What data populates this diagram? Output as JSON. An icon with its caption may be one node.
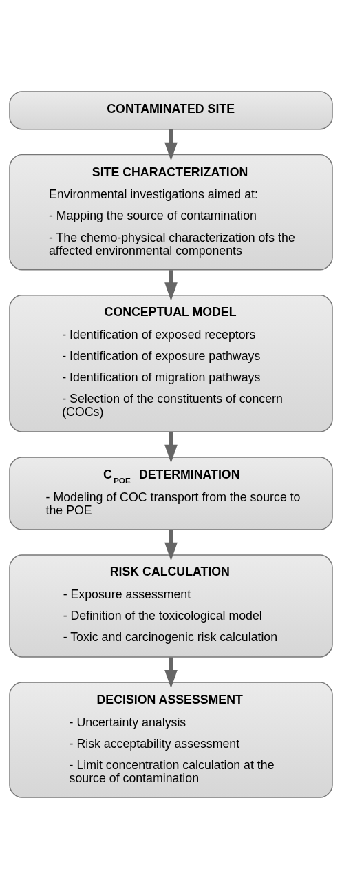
{
  "diagram": {
    "nodes": [
      {
        "text": [
          "CONTAMINATED SITE"
        ]
      },
      {
        "text": [
          "SITE CHARACTERIZATION",
          "Environmental investigations aimed at:",
          "- Mapping the source of contamination",
          "- The chemo-physical characterization ofs the affected environmental components"
        ]
      },
      {
        "text": [
          "CONCEPTUAL MODEL",
          "- Identification of exposed receptors",
          "- Identification of exposure pathways",
          "- Identification of migration pathways",
          "- Selection of the constituents of concern (COCs)"
        ]
      },
      {
        "text": [
          "C$_{POE}$ DETERMINATION",
          "- Modeling of COC transport from the source to the POE"
        ]
      },
      {
        "text": [
          "RISK CALCULATION",
          "- Exposure assessment",
          "- Definition of the toxicological model",
          "- Toxic and carcinogenic risk calculation"
        ]
      },
      {
        "text": [
          "DECISION ASSESSMENT",
          "- Uncertainty analysis",
          "- Risk acceptability assessment",
          "- Limit concentration calculation at the source of contamination"
        ]
      }
    ],
    "edges": [
      {
        "from": 0,
        "to": 1,
        "arrow": "to"
      },
      {
        "from": 1,
        "to": 2,
        "arrow": "to"
      },
      {
        "from": 2,
        "to": 3,
        "arrow": "to"
      },
      {
        "from": 3,
        "to": 4,
        "arrow": "to"
      },
      {
        "from": 4,
        "to": 5,
        "arrow": "to"
      }
    ]
  }
}
